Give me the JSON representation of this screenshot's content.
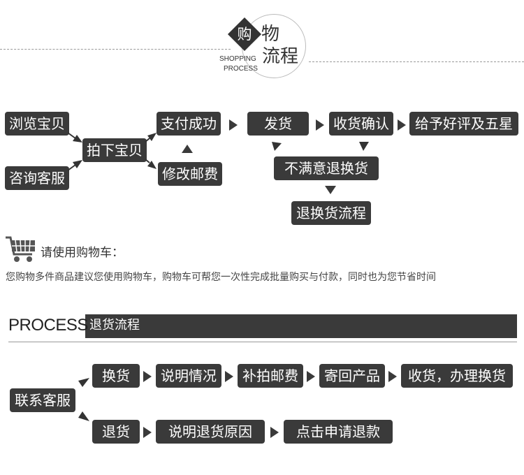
{
  "header": {
    "title_char_dark": "购",
    "title_char_rest": "物",
    "title_line2": "流程",
    "sub_en_1": "SHOPPING",
    "sub_en_2": "PROCESS"
  },
  "flow": {
    "browse": "浏览宝贝",
    "consult": "咨询客服",
    "buy": "拍下宝贝",
    "pay": "支付成功",
    "modify": "修改邮费",
    "ship": "发货",
    "confirm": "收货确认",
    "rate": "给予好评及五星",
    "unsatisfied": "不满意退换货",
    "return_flow": "退换货流程"
  },
  "cart": {
    "title": "请使用购物车：",
    "desc": "您购物多件商品建议您使用购物车，购物车可帮您一次性完成批量购买与付款，同时也为您节省时间"
  },
  "process": {
    "en": "PROCESS",
    "cn": "退货流程",
    "contact": "联系客服",
    "exchange": "换货",
    "explain1": "说明情况",
    "postage": "补拍邮费",
    "sendback": "寄回产品",
    "receive": "收货，办理换货",
    "refund": "退货",
    "explain2": "说明退货原因",
    "click_refund": "点击申请退款"
  }
}
